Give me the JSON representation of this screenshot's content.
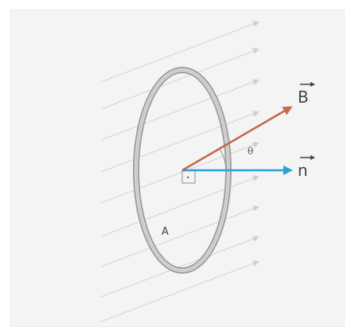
{
  "diagram": {
    "labels": {
      "area": "A",
      "vector_b": "B",
      "vector_n": "n",
      "angle": "θ"
    },
    "colors": {
      "background": "#ffffff",
      "panel": "#f4f4f4",
      "field_lines": "#d0d0d0",
      "loop_outer": "#a9a9a9",
      "loop_inner": "#d9d9d9",
      "vector_b": "#c6684b",
      "vector_n": "#2f9fd6",
      "text": "#444444"
    }
  }
}
